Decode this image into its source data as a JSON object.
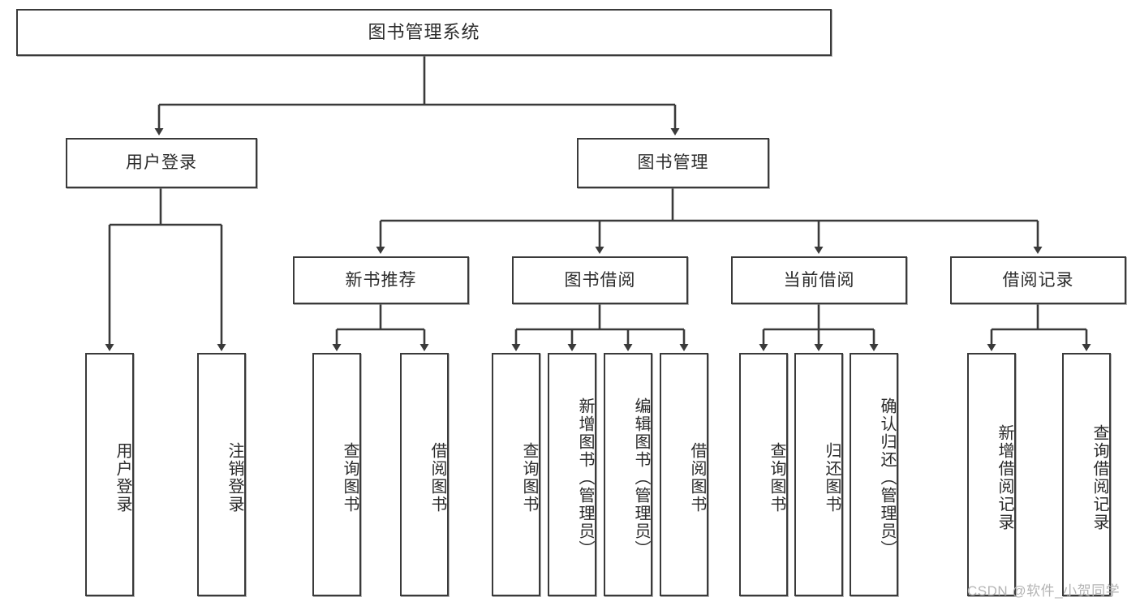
{
  "diagram": {
    "type": "tree-hierarchy-functional-decomposition",
    "title": "图书管理系统",
    "watermark": "CSDN @软件_小贺同学",
    "stroke_color": "#3a3a3a",
    "fill_color": "#ffffff",
    "text_color": "#2b2b2b",
    "watermark_color": "#b4b4b4",
    "root": {
      "id": "root",
      "label": "图书管理系统",
      "orientation": "horizontal"
    },
    "level2": [
      {
        "id": "user-login",
        "label": "用户登录",
        "orientation": "horizontal"
      },
      {
        "id": "book-management",
        "label": "图书管理",
        "orientation": "horizontal"
      }
    ],
    "level3": [
      {
        "id": "new-book-recommend",
        "label": "新书推荐",
        "orientation": "horizontal",
        "parent": "book-management"
      },
      {
        "id": "book-borrow",
        "label": "图书借阅",
        "orientation": "horizontal",
        "parent": "book-management"
      },
      {
        "id": "current-borrow",
        "label": "当前借阅",
        "orientation": "horizontal",
        "parent": "book-management"
      },
      {
        "id": "borrow-record",
        "label": "借阅记录",
        "orientation": "horizontal",
        "parent": "book-management"
      }
    ],
    "leaves": [
      {
        "id": "leaf-user-login",
        "label": "用户登录",
        "orientation": "vertical",
        "parent": "user-login"
      },
      {
        "id": "leaf-logout-login",
        "label": "注销登录",
        "orientation": "vertical",
        "parent": "user-login"
      },
      {
        "id": "leaf-query-book-recommend",
        "label": "查询图书",
        "orientation": "vertical",
        "parent": "new-book-recommend"
      },
      {
        "id": "leaf-borrow-book-recommend",
        "label": "借阅图书",
        "orientation": "vertical",
        "parent": "new-book-recommend"
      },
      {
        "id": "leaf-query-book-borrow",
        "label": "查询图书",
        "orientation": "vertical",
        "parent": "book-borrow"
      },
      {
        "id": "leaf-add-book-admin",
        "label": "新增图书（管理员）",
        "orientation": "vertical",
        "parent": "book-borrow"
      },
      {
        "id": "leaf-edit-book-admin",
        "label": "编辑图书（管理员）",
        "orientation": "vertical",
        "parent": "book-borrow"
      },
      {
        "id": "leaf-borrow-book",
        "label": "借阅图书",
        "orientation": "vertical",
        "parent": "book-borrow"
      },
      {
        "id": "leaf-query-book-current",
        "label": "查询图书",
        "orientation": "vertical",
        "parent": "current-borrow"
      },
      {
        "id": "leaf-return-book",
        "label": "归还图书",
        "orientation": "vertical",
        "parent": "current-borrow"
      },
      {
        "id": "leaf-confirm-return-admin",
        "label": "确认归还（管理员）",
        "orientation": "vertical",
        "parent": "current-borrow"
      },
      {
        "id": "leaf-add-borrow-record",
        "label": "新增借阅记录",
        "orientation": "vertical",
        "parent": "borrow-record"
      },
      {
        "id": "leaf-query-borrow-record",
        "label": "查询借阅记录",
        "orientation": "vertical",
        "parent": "borrow-record"
      }
    ]
  }
}
